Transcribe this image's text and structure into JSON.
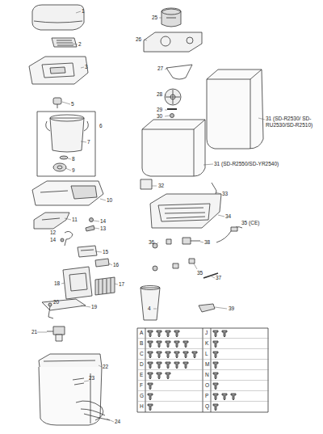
{
  "diagram": {
    "labels": [
      "1",
      "2",
      "3",
      "5",
      "6",
      "7",
      "8",
      "9",
      "10",
      "11",
      "14",
      "13",
      "12",
      "14",
      "15",
      "16",
      "17",
      "18",
      "19",
      "20",
      "21",
      "22",
      "23",
      "24",
      "25",
      "26",
      "27",
      "28",
      "29",
      "30",
      "31 (SD-R2530/ SD-RU2530/SD-R2510)",
      "31 (SD-R2550/SD-YR2540)",
      "32",
      "33",
      "34",
      "35 (CE)",
      "36",
      "38",
      "35",
      "37",
      "4",
      "39",
      "A",
      "B",
      "C",
      "D",
      "E",
      "F",
      "G",
      "H",
      "J",
      "K",
      "L",
      "M",
      "N",
      "O",
      "P",
      "Q"
    ]
  }
}
